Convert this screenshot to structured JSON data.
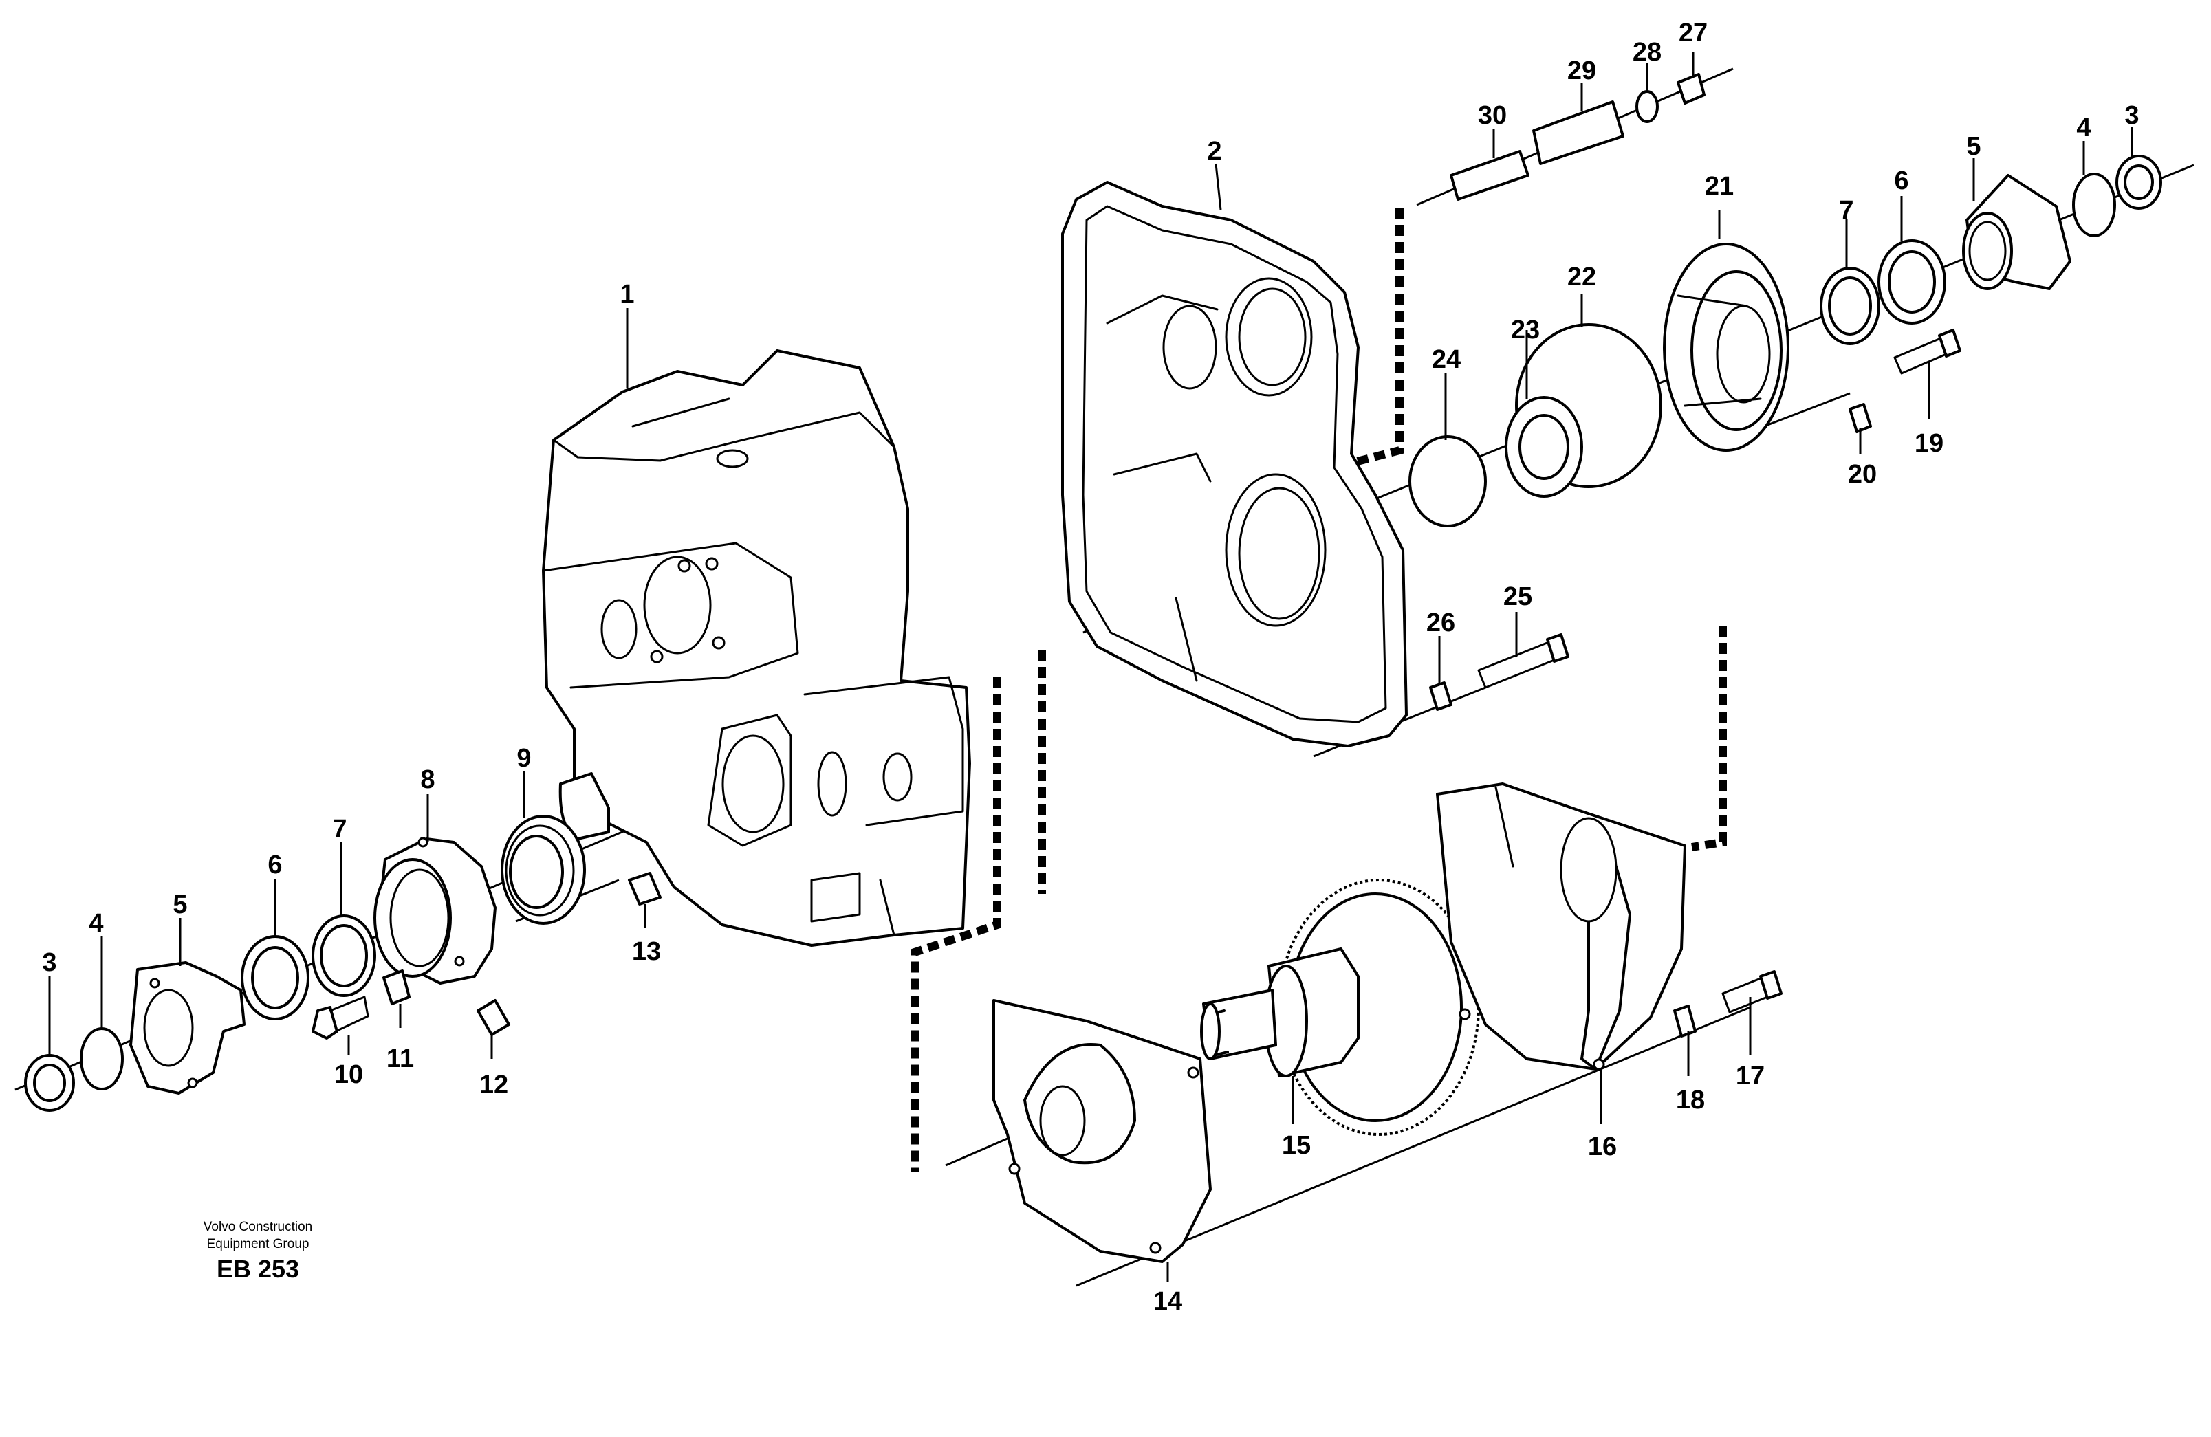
{
  "caption": {
    "company_line1": "Volvo Construction",
    "company_line2": "Equipment Group",
    "reference": "EB 253"
  },
  "callouts": {
    "c1": "1",
    "c2": "2",
    "c3a": "3",
    "c3b": "3",
    "c4a": "4",
    "c4b": "4",
    "c5a": "5",
    "c5b": "5",
    "c6a": "6",
    "c6b": "6",
    "c7a": "7",
    "c7b": "7",
    "c8": "8",
    "c9": "9",
    "c10": "10",
    "c11": "11",
    "c12": "12",
    "c13": "13",
    "c14": "14",
    "c15": "15",
    "c16": "16",
    "c17": "17",
    "c18": "18",
    "c19": "19",
    "c20": "20",
    "c21": "21",
    "c22": "22",
    "c23": "23",
    "c24": "24",
    "c25": "25",
    "c26": "26",
    "c27": "27",
    "c28": "28",
    "c29": "29",
    "c30": "30"
  }
}
